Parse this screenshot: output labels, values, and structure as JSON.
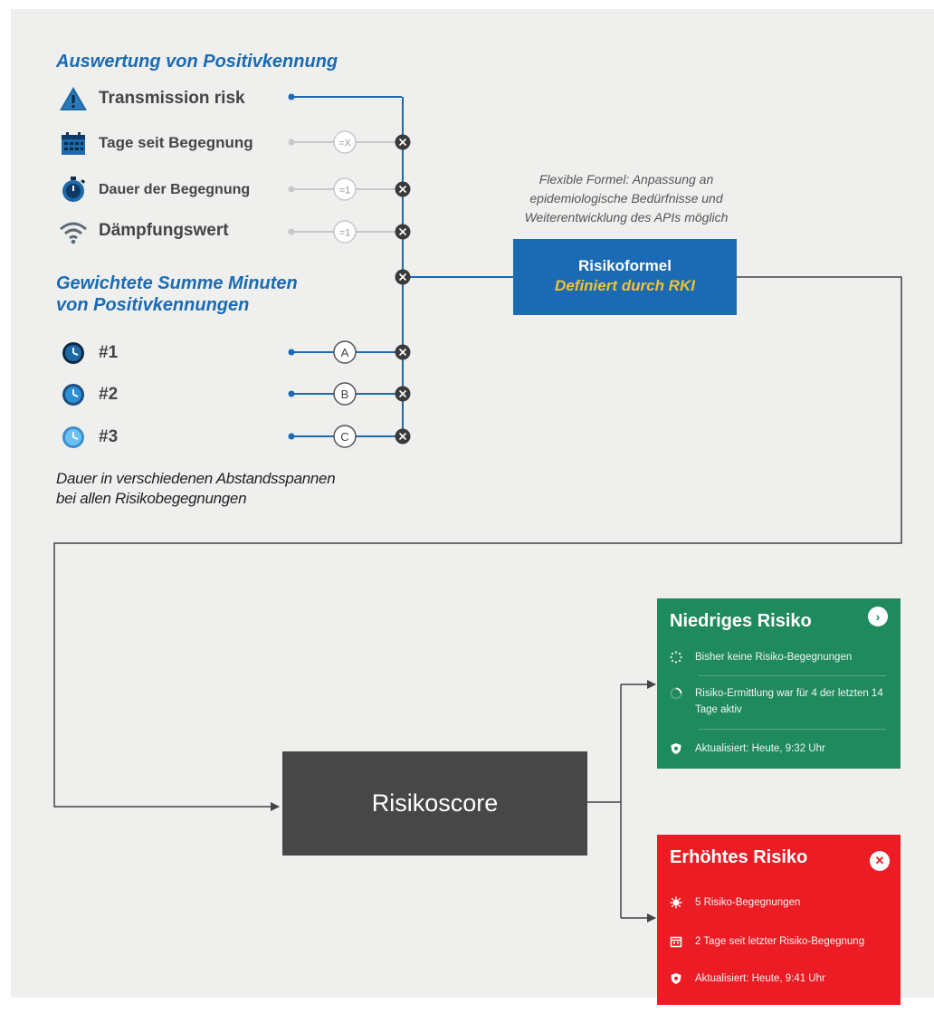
{
  "section1": {
    "title": "Auswertung von Positivkennung",
    "rows": [
      {
        "label": "Transmission risk",
        "icon": "warning-triangle-icon"
      },
      {
        "label": "Tage seit Begegnung",
        "icon": "calendar-icon",
        "factor": "=X"
      },
      {
        "label": "Dauer der Begegnung",
        "icon": "stopwatch-icon",
        "factor": "=1"
      },
      {
        "label": "Dämpfungswert",
        "icon": "wifi-signal-icon",
        "factor": "=1"
      }
    ]
  },
  "section2": {
    "title_line1": "Gewichtete Summe Minuten",
    "title_line2": "von Positivkennungen",
    "rows": [
      {
        "label": "#1",
        "weight": "A",
        "icon": "clock-icon"
      },
      {
        "label": "#2",
        "weight": "B",
        "icon": "clock-icon"
      },
      {
        "label": "#3",
        "weight": "C",
        "icon": "clock-icon"
      }
    ],
    "note_line1": "Dauer in verschiedenen Abstandsspannen",
    "note_line2": "bei allen Risikobegegnungen"
  },
  "formula": {
    "note_line1": "Flexible Formel: Anpassung an",
    "note_line2": "epidemiologische Bedürfnisse und",
    "note_line3": "Weiterentwicklung des APIs möglich",
    "title": "Risikoformel",
    "subtitle": "Definiert durch RKI"
  },
  "score": {
    "label": "Risikoscore"
  },
  "low_risk": {
    "title": "Niedriges Risiko",
    "items": [
      "Bisher keine Risiko-Begegnungen",
      "Risiko-Ermittlung war für 4 der letzten 14 Tage aktiv",
      "Aktualisiert: Heute, 9:32 Uhr"
    ],
    "color": "#1f8a5e"
  },
  "high_risk": {
    "title": "Erhöhtes Risiko",
    "items": [
      "5 Risiko-Begegnungen",
      "2 Tage seit letzter Risiko-Begegnung",
      "Aktualisiert: Heute, 9:41 Uhr"
    ],
    "color": "#ec1c24"
  },
  "colors": {
    "wire": "#1a6bb3",
    "formula": "#1a6bb3",
    "score": "#474747",
    "accent": "#f1c232"
  }
}
